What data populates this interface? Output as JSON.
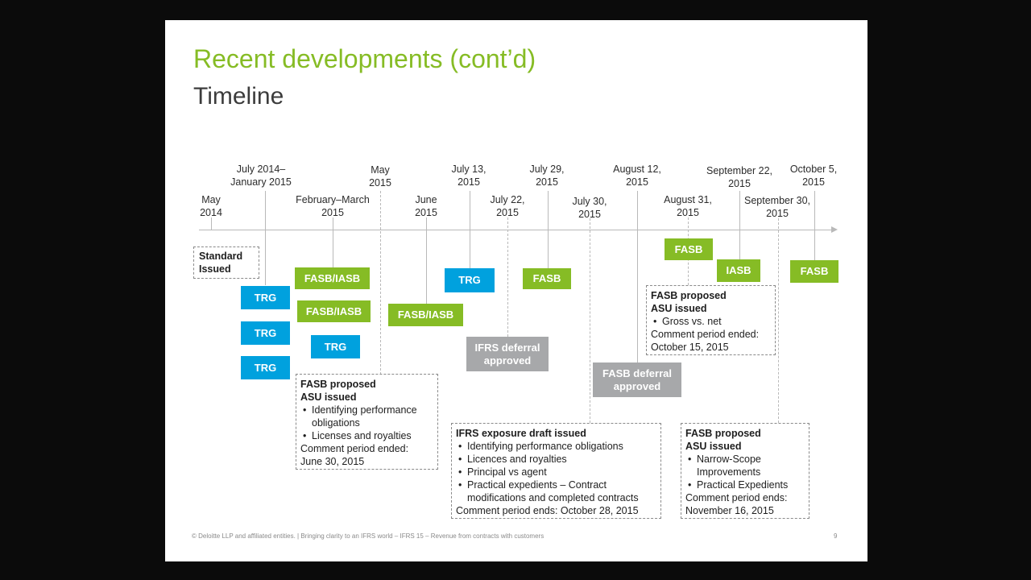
{
  "slide": {
    "title": "Recent developments (cont’d)",
    "subtitle": "Timeline"
  },
  "dates": {
    "may2014": "May\n2014",
    "jul2014": "July 2014–\nJanuary 2015",
    "febmar2015": "February–March\n2015",
    "may2015": "May\n2015",
    "jun2015": "June\n2015",
    "jul13": "July 13,\n2015",
    "jul22": "July 22,\n2015",
    "jul29": "July 29,\n2015",
    "jul30": "July 30,\n2015",
    "aug12": "August 12,\n2015",
    "aug31": "August 31,\n2015",
    "sep22": "September 22,\n2015",
    "sep30": "September 30,\n2015",
    "oct5": "October 5,\n2015"
  },
  "tags": {
    "standard_issued": "Standard\nIssued",
    "trg": "TRG",
    "fasb_iasb": "FASB/IASB",
    "fasb": "FASB",
    "iasb": "IASB",
    "ifrs_deferral": "IFRS deferral\napproved",
    "fasb_deferral": "FASB deferral\napproved"
  },
  "notes": {
    "asu_may": {
      "heading": "FASB proposed\nASU issued",
      "bullets": [
        "Identifying performance obligations",
        "Licenses and royalties"
      ],
      "footer": "Comment period ended:\nJune 30, 2015"
    },
    "ifrs_ed": {
      "heading": "IFRS exposure draft issued",
      "bullets": [
        "Identifying performance obligations",
        "Licences and royalties",
        "Principal vs agent",
        "Practical expedients – Contract modifications and completed contracts"
      ],
      "footer": "Comment period ends: October 28, 2015"
    },
    "asu_aug": {
      "heading": "FASB proposed\nASU issued",
      "bullets": [
        "Gross vs. net"
      ],
      "footer": "Comment period ended:\nOctober 15, 2015"
    },
    "asu_sep": {
      "heading": "FASB proposed\nASU issued",
      "bullets": [
        "Narrow-Scope Improvements",
        "Practical Expedients"
      ],
      "footer": "Comment period ends:\nNovember 16, 2015"
    }
  },
  "footer": {
    "text": "© Deloitte LLP and affiliated entities.   |   Bringing clarity to an IFRS world – IFRS 15 – Revenue from contracts with customers",
    "page": "9"
  },
  "colors": {
    "accent_green": "#86bc25",
    "accent_blue": "#00a1de",
    "grey": "#a7a8aa"
  }
}
